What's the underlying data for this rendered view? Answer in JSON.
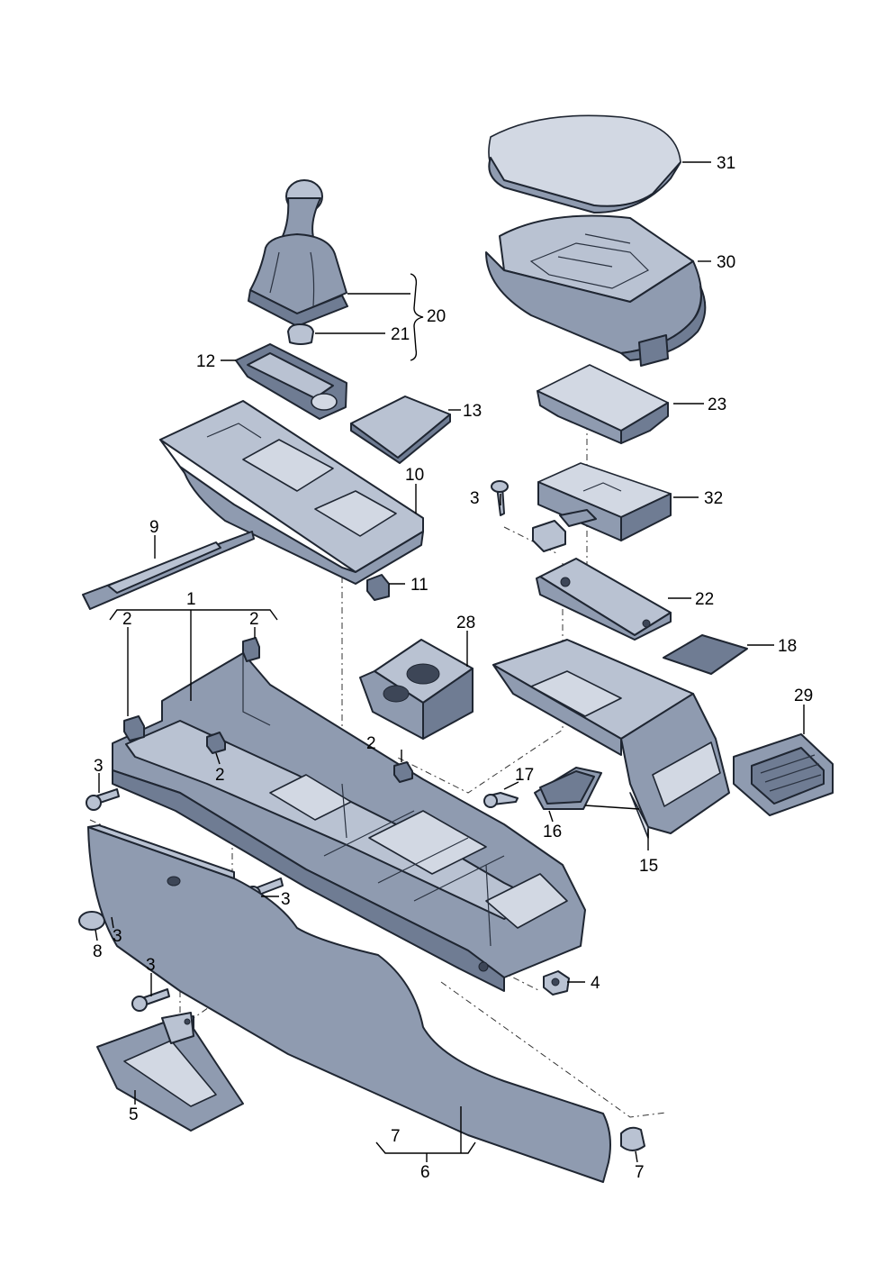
{
  "callouts": {
    "c1": "1",
    "c2a": "2",
    "c2b": "2",
    "c2c": "2",
    "c2d": "2",
    "c3a": "3",
    "c3b": "3",
    "c3c": "3",
    "c3d": "3",
    "c3e": "3",
    "c4": "4",
    "c5": "5",
    "c6": "6",
    "c7a": "7",
    "c7b": "7",
    "c8": "8",
    "c9": "9",
    "c10": "10",
    "c11": "11",
    "c12": "12",
    "c13": "13",
    "c15": "15",
    "c16": "16",
    "c17": "17",
    "c18": "18",
    "c20": "20",
    "c21": "21",
    "c22": "22",
    "c23": "23",
    "c28": "28",
    "c29": "29",
    "c30": "30",
    "c31": "31",
    "c32": "32"
  }
}
